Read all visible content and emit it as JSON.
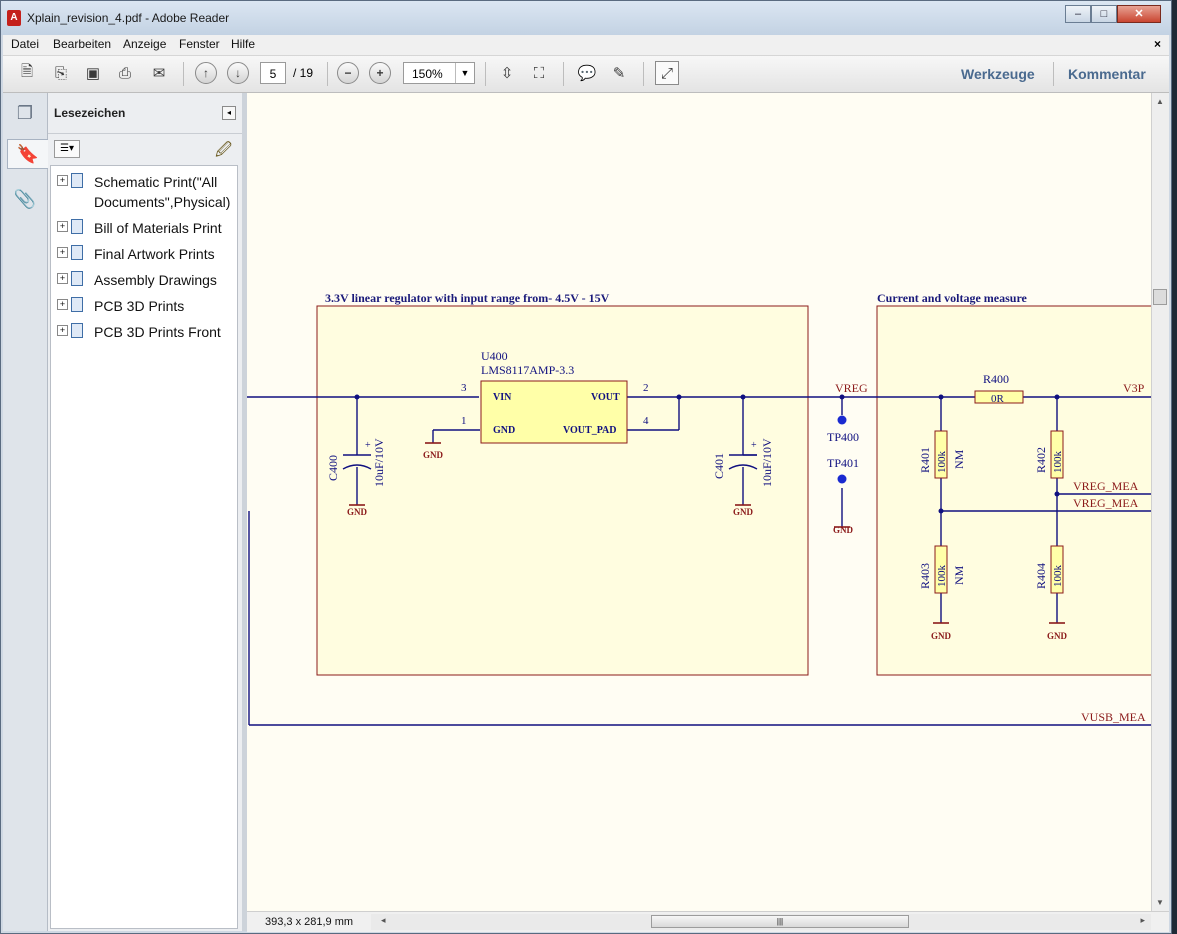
{
  "window": {
    "title": "Xplain_revision_4.pdf - Adobe Reader",
    "app_icon": "pdf-icon",
    "controls": [
      "minimize",
      "maximize",
      "close"
    ]
  },
  "menu": {
    "items": [
      "Datei",
      "Bearbeiten",
      "Anzeige",
      "Fenster",
      "Hilfe"
    ],
    "close_doc": "×"
  },
  "toolbar": {
    "page_current": "5",
    "page_total": "/ 19",
    "zoom": "150%",
    "tools_label": "Werkzeuge",
    "comment_label": "Kommentar"
  },
  "sidebar": {
    "title": "Lesezeichen",
    "bookmarks": [
      {
        "label": "Schematic Print(\"All Documents\",Physical)"
      },
      {
        "label": "Bill of Materials Print"
      },
      {
        "label": "Final Artwork Prints"
      },
      {
        "label": "Assembly Drawings"
      },
      {
        "label": "PCB 3D Prints"
      },
      {
        "label": "PCB 3D Prints Front"
      }
    ]
  },
  "status": {
    "page_size": "393,3 x 281,9 mm"
  },
  "schematic": {
    "block1_title": "3.3V linear regulator with input range from- 4.5V - 15V",
    "block2_title": "Current and voltage measure",
    "u400_ref": "U400",
    "u400_part": "LMS8117AMP-3.3",
    "pin_vin": "VIN",
    "pin_gnd": "GND",
    "pin_vout": "VOUT",
    "pin_vout_pad": "VOUT_PAD",
    "pin3": "3",
    "pin1": "1",
    "pin2": "2",
    "pin4": "4",
    "c400": "C400",
    "c400_val": "10uF/10V",
    "c401": "C401",
    "c401_val": "10uF/10V",
    "plus": "+",
    "gnd": "GND",
    "net_vreg": "VREG",
    "net_v3p": "V3P",
    "net_vreg_mea1": "VREG_MEA",
    "net_vreg_mea2": "VREG_MEA",
    "net_vusb_mea": "VUSB_MEA",
    "tp400": "TP400",
    "tp401": "TP401",
    "r400": "R400",
    "r400_val": "0R",
    "r401": "R401",
    "r401_val": "100k",
    "r401_nm": "NM",
    "r402": "R402",
    "r402_val": "100k",
    "r403": "R403",
    "r403_val": "100k",
    "r403_nm": "NM",
    "r404": "R404",
    "r404_val": "100k"
  }
}
